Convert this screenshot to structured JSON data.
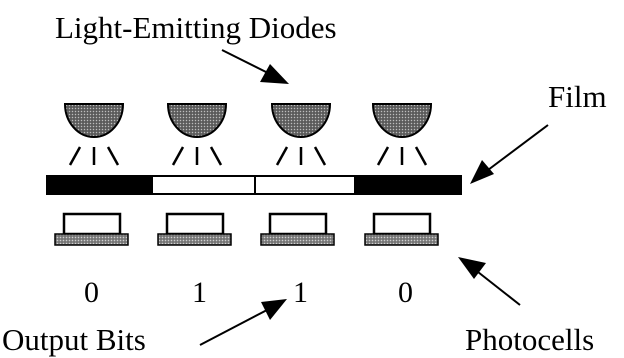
{
  "labels": {
    "diodes": "Light-Emitting Diodes",
    "film": "Film",
    "photocells": "Photocells",
    "output_bits": "Output Bits"
  },
  "bits": [
    "0",
    "1",
    "1",
    "0"
  ],
  "film_segments": [
    "opaque",
    "transparent",
    "transparent",
    "opaque"
  ],
  "colors": {
    "ink": "#000000",
    "diode_fill": "#7d7d7d",
    "photocell_base": "#8a8a8a",
    "background": "#ffffff"
  }
}
